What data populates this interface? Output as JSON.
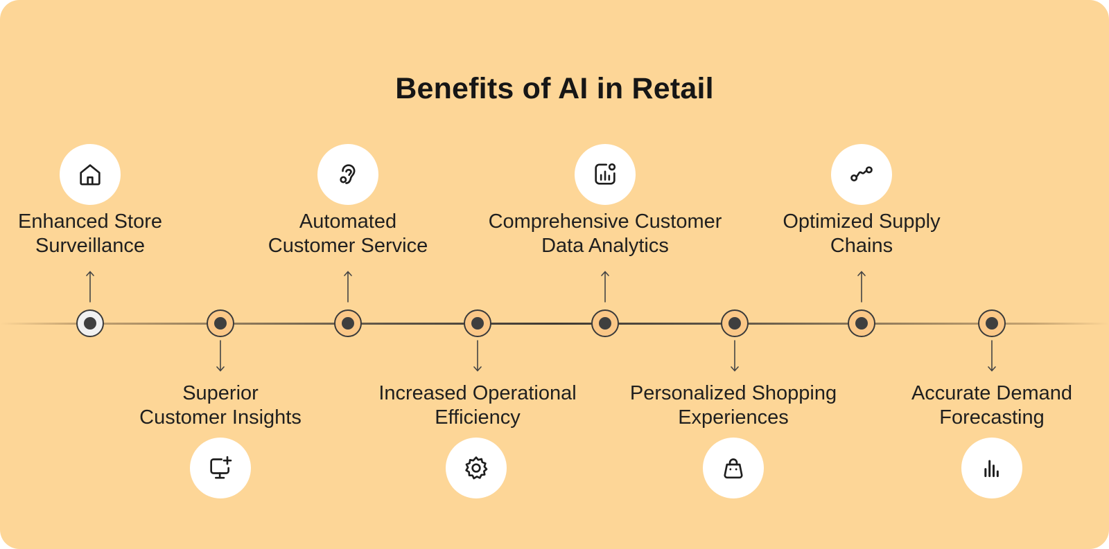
{
  "title": "Benefits of AI in Retail",
  "benefits": [
    {
      "line1": "Enhanced Store",
      "line2": "Surveillance",
      "icon": "home-icon",
      "position": "above"
    },
    {
      "line1": "Superior",
      "line2": "Customer Insights",
      "icon": "monitor-plus-icon",
      "position": "below"
    },
    {
      "line1": "Automated",
      "line2": "Customer Service",
      "icon": "ear-icon",
      "position": "above"
    },
    {
      "line1": "Increased Operational",
      "line2": "Efficiency",
      "icon": "gear-icon",
      "position": "below"
    },
    {
      "line1": "Comprehensive Customer",
      "line2": "Data Analytics",
      "icon": "analytics-icon",
      "position": "above"
    },
    {
      "line1": "Personalized Shopping",
      "line2": "Experiences",
      "icon": "shopping-bag-icon",
      "position": "below"
    },
    {
      "line1": "Optimized Supply",
      "line2": "Chains",
      "icon": "route-icon",
      "position": "above"
    },
    {
      "line1": "Accurate Demand",
      "line2": "Forecasting",
      "icon": "bar-chart-icon",
      "position": "below"
    }
  ],
  "colors": {
    "background": "#fdd697",
    "text": "#1f1f1f",
    "node_dot": "#3f3f3f",
    "icon_circle": "#ffffff"
  }
}
